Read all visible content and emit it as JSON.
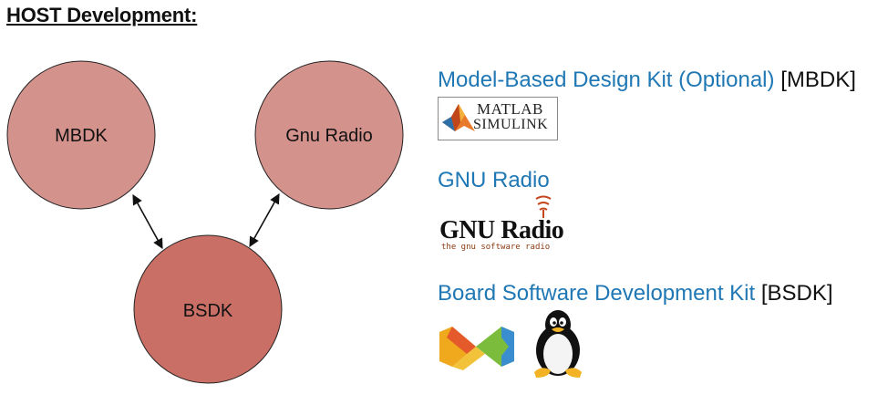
{
  "heading": "HOST Development:",
  "colors": {
    "link": "#1f77b4",
    "node_light": "#d4928d",
    "node_dark": "#c96f66",
    "node_stroke": "#222222"
  },
  "nodes": {
    "mbdk": "MBDK",
    "gnu_radio": "Gnu Radio",
    "bsdk": "BSDK"
  },
  "kits": [
    {
      "link_text": "Model-Based Design Kit (Optional)",
      "abbr": "[MBDK]"
    },
    {
      "link_text": "GNU Radio",
      "abbr": ""
    },
    {
      "link_text": "Board Software Development Kit",
      "abbr": "[BSDK]"
    }
  ],
  "logos": {
    "matlab_line1": "MATLAB",
    "matlab_line2": "SIMULINK",
    "gnu_radio_name": "GNU Radio",
    "gnu_radio_tagline": "the gnu software radio",
    "visual_studio_icon": "visual-studio-logo-icon",
    "linux_icon": "tux-penguin-icon"
  }
}
